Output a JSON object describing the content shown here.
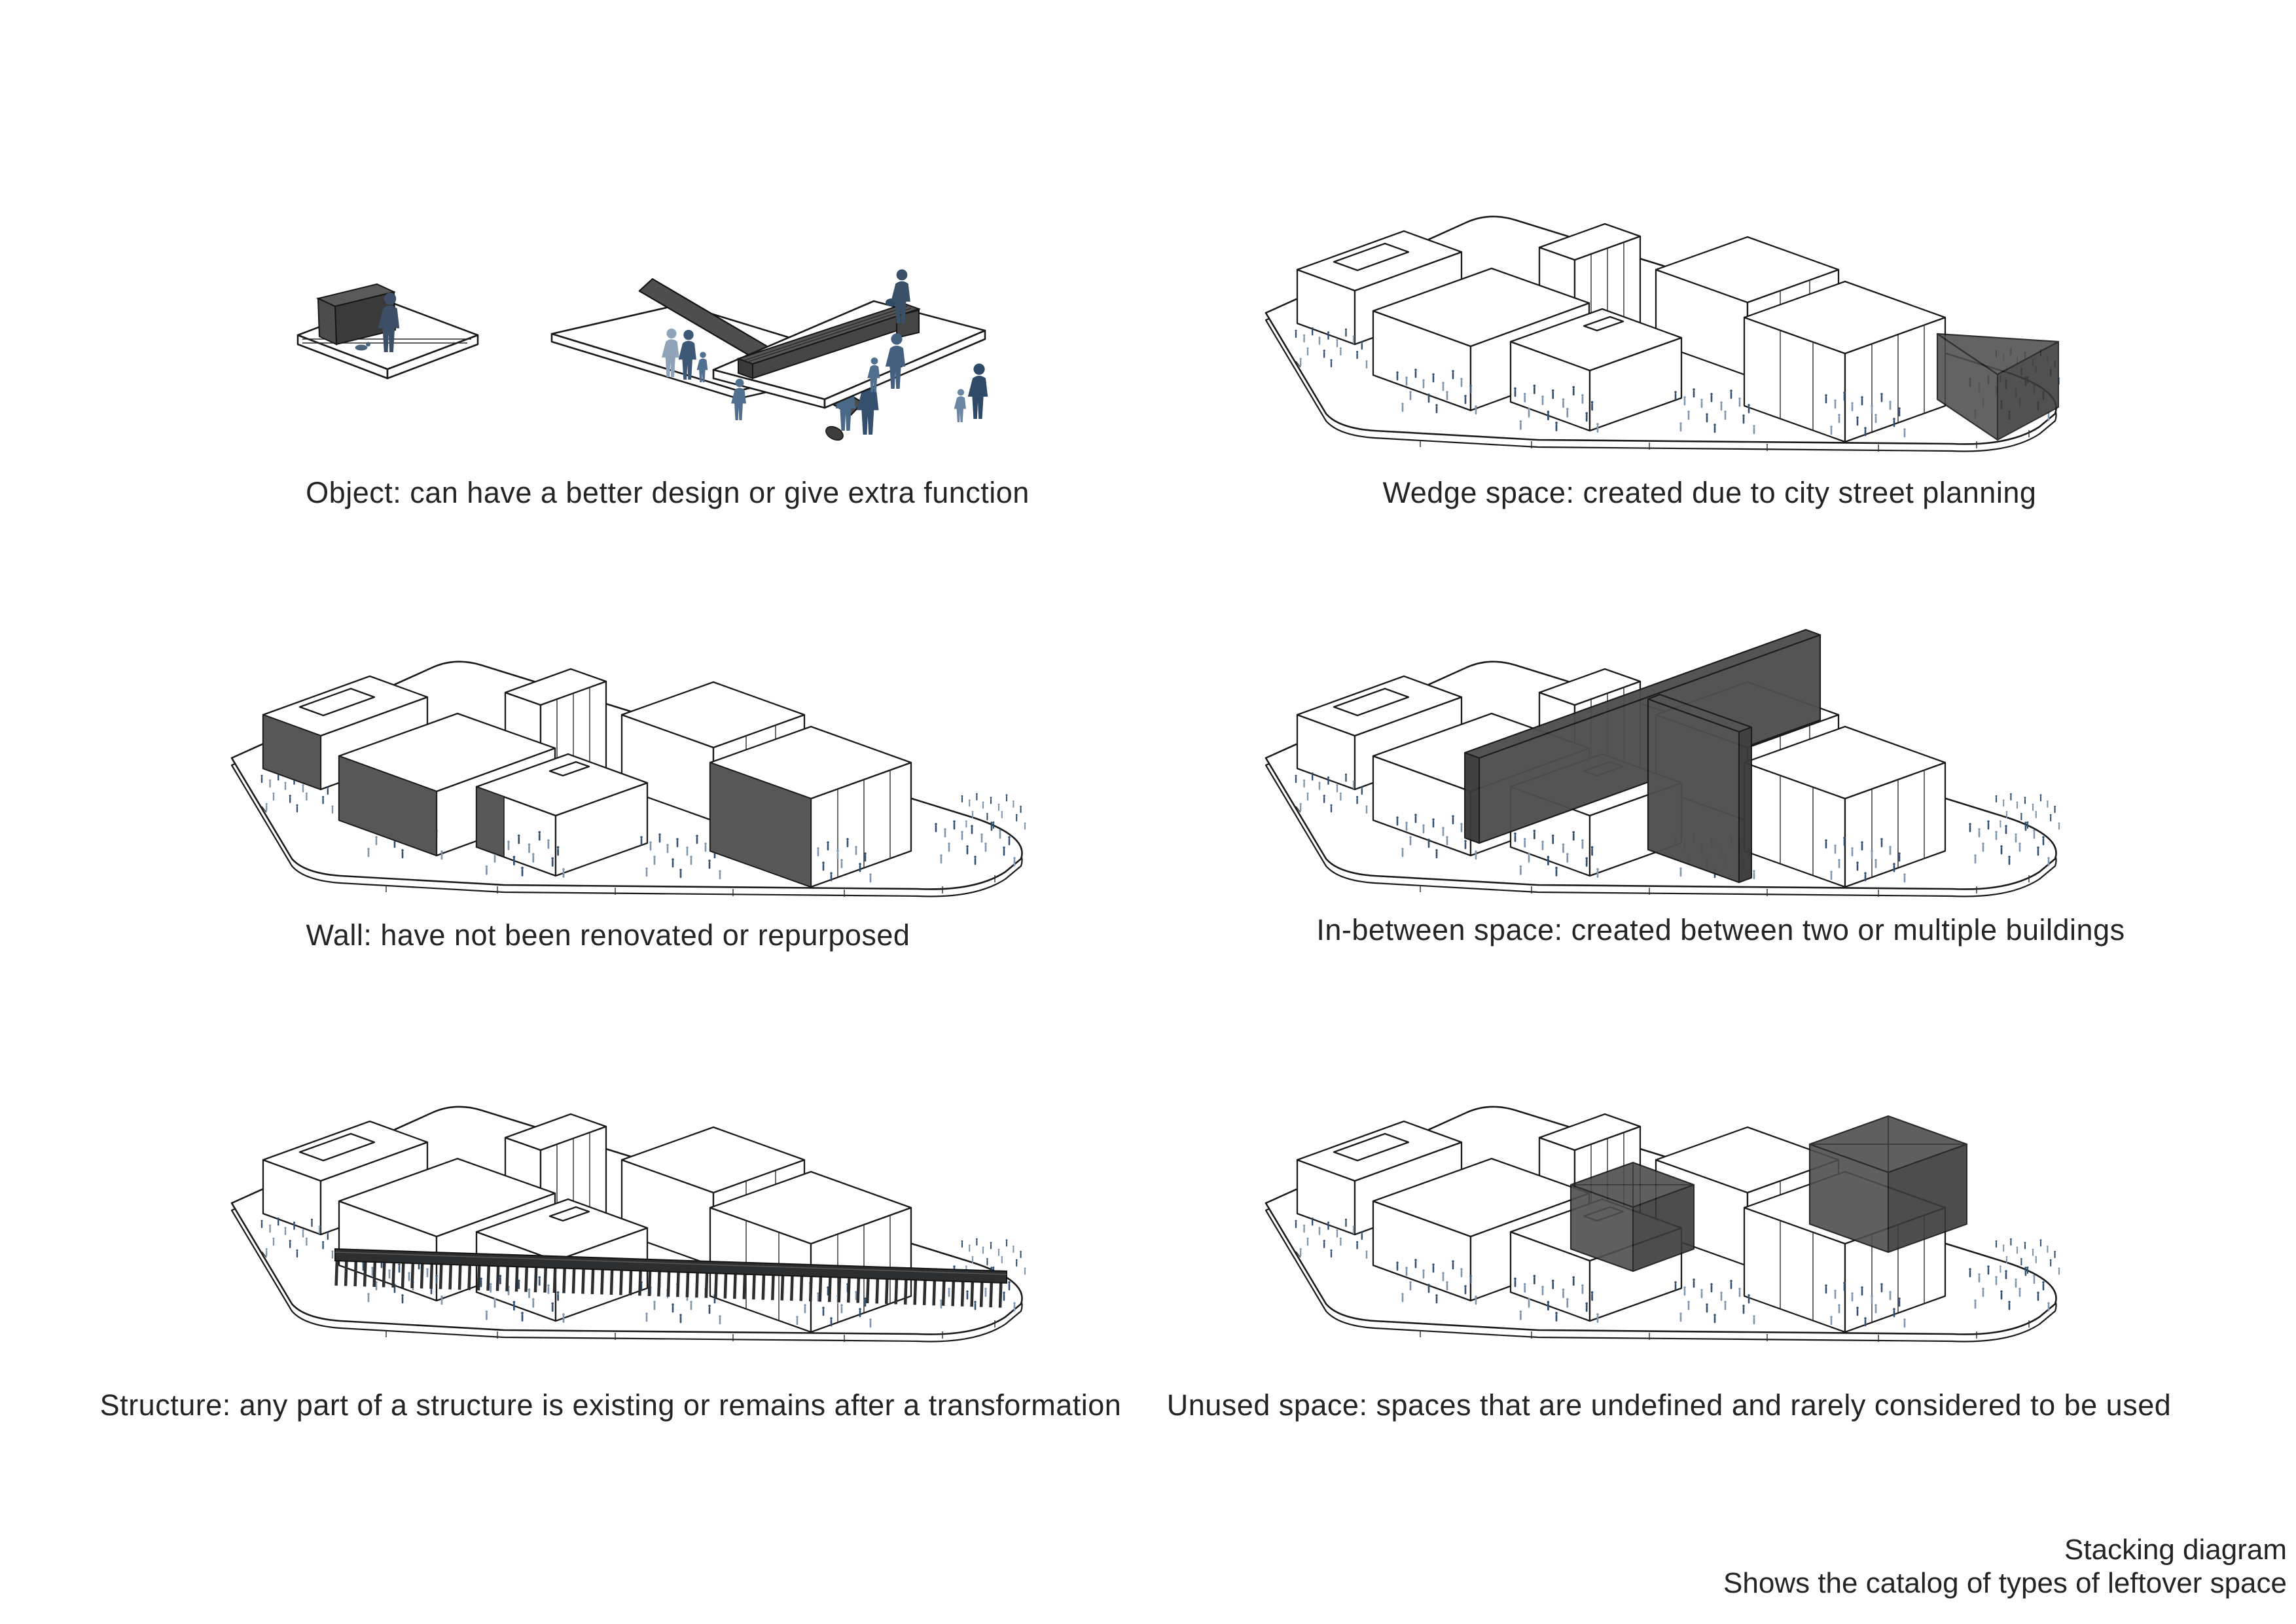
{
  "page": {
    "background": "#ffffff",
    "ink": "#242424"
  },
  "colors": {
    "highlight_dark": "#4e4e4e",
    "structure_dark": "#2c2e30",
    "figure_blue": "#51708f",
    "figure_blue_dark": "#31506f",
    "figure_blue_light": "#7e96ad"
  },
  "panels": [
    {
      "id": "object",
      "caption": "Object: can have a better design or give extra function"
    },
    {
      "id": "wedge",
      "caption": "Wedge space: created due to city street planning"
    },
    {
      "id": "wall",
      "caption": "Wall: have not been renovated or repurposed"
    },
    {
      "id": "in_between",
      "caption": "In-between space: created between two or multiple buildings"
    },
    {
      "id": "structure",
      "caption": "Structure: any part of a structure is existing or remains after a transformation"
    },
    {
      "id": "unused",
      "caption": "Unused space: spaces that are undefined and rarely considered to be used"
    }
  ],
  "footer": {
    "line1": "Stacking diagram",
    "line2": "Shows the catalog of types of leftover space"
  }
}
